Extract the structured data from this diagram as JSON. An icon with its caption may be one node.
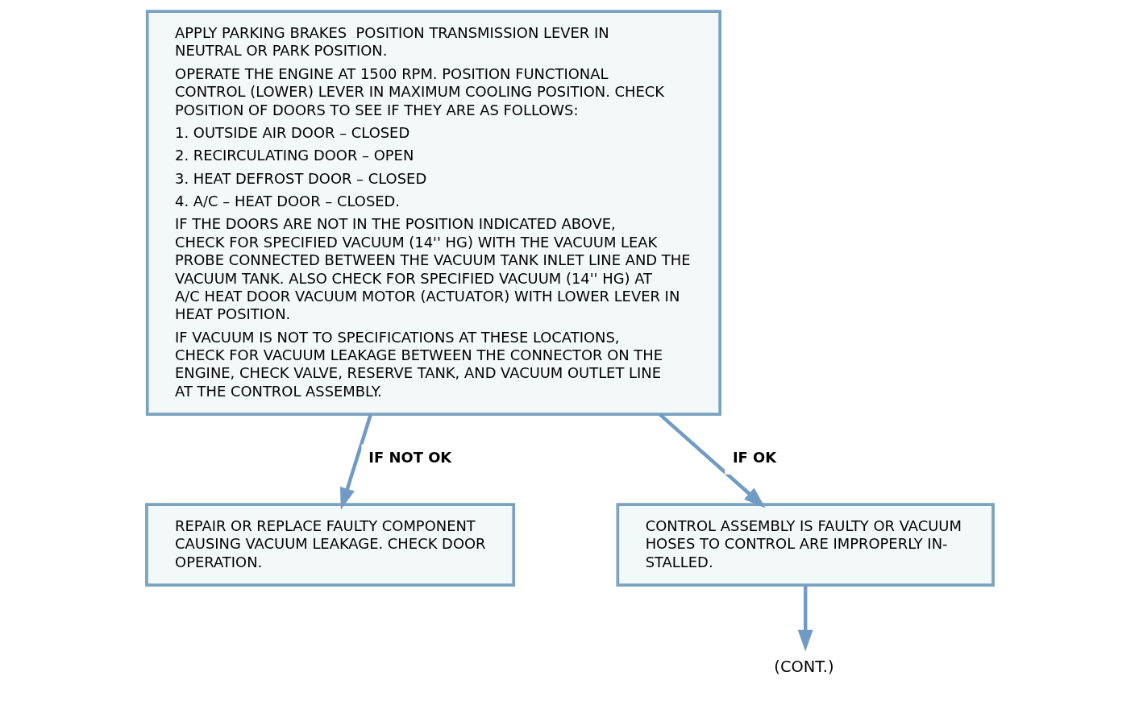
{
  "diagram": {
    "nodes": [
      {
        "text": [
          "APPLY PARKING BRAKES  POSITION TRANSMISSION LEVER IN NEUTRAL OR PARK POSITION.",
          "OPERATE THE ENGINE AT 1500 RPM. POSITION FUNCTIONAL CONTROL (LOWER) LEVER IN MAXIMUM COOLING POSITION. CHECK POSITION OF DOORS TO SEE IF THEY ARE AS FOLLOWS:",
          "1. OUTSIDE AIR DOOR – CLOSED",
          "2. RECIRCULATING DOOR – OPEN",
          "3. HEAT DEFROST DOOR – CLOSED",
          "4. A/C – HEAT DOOR – CLOSED.",
          "IF THE DOORS ARE NOT IN THE POSITION INDICATED ABOVE, CHECK FOR SPECIFIED VACUUM (14'' HG) WITH THE VACUUM LEAK PROBE CONNECTED BETWEEN THE VACUUM TANK INLET LINE AND THE VACUUM TANK. ALSO CHECK FOR SPECIFIED VACUUM (14'' HG) AT A/C HEAT DOOR VACUUM MOTOR (ACTUATOR) WITH LOWER LEVER IN HEAT POSITION.",
          "IF VACUUM IS NOT TO SPECIFICATIONS AT THESE LOCATIONS, CHECK FOR VACUUM LEAKAGE BETWEEN THE CONNECTOR ON THE ENGINE, CHECK VALVE, RESERVE TANK, AND VACUUM OUTLET LINE AT THE CONTROL ASSEMBLY."
        ]
      },
      {
        "text": [
          "REPAIR OR REPLACE FAULTY COMPONENT CAUSING VACUUM LEAKAGE. CHECK DOOR OPERATION."
        ]
      },
      {
        "text": [
          "CONTROL ASSEMBLY IS FAULTY OR VACUUM HOSES TO CONTROL ARE IMPROPERLY IN- STALLED."
        ]
      },
      {
        "text": [
          "(CONT.)"
        ]
      }
    ],
    "edges": [
      {
        "from": 0,
        "to": 1,
        "arrow": "to",
        "label": "IF NOT OK"
      },
      {
        "from": 0,
        "to": 2,
        "arrow": "to",
        "label": "IF OK"
      },
      {
        "from": 2,
        "to": 3,
        "arrow": "to"
      }
    ]
  }
}
